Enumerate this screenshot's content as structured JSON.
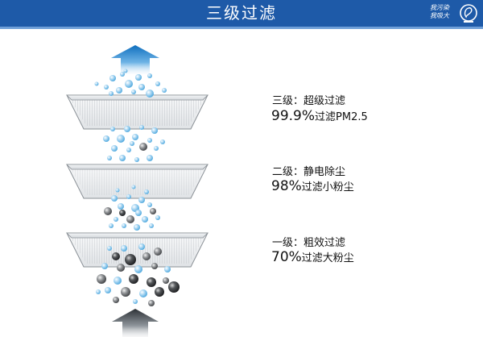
{
  "header": {
    "title": "三级过滤",
    "logo_text": "我污染 我吸大",
    "accent": "#1e5aa8"
  },
  "stages": [
    {
      "label": "三级：超级过滤",
      "percent": "99.9%",
      "description": "过滤PM2.5"
    },
    {
      "label": "二级：静电除尘",
      "percent": "98%",
      "description": "过滤小粉尘"
    },
    {
      "label": "一级：粗效过滤",
      "percent": "70%",
      "description": "过滤大粉尘"
    }
  ],
  "icons": {
    "top_arrow": "arrow-up-icon",
    "bottom_arrow": "arrow-up-icon",
    "logo": "brand-logo-icon"
  }
}
